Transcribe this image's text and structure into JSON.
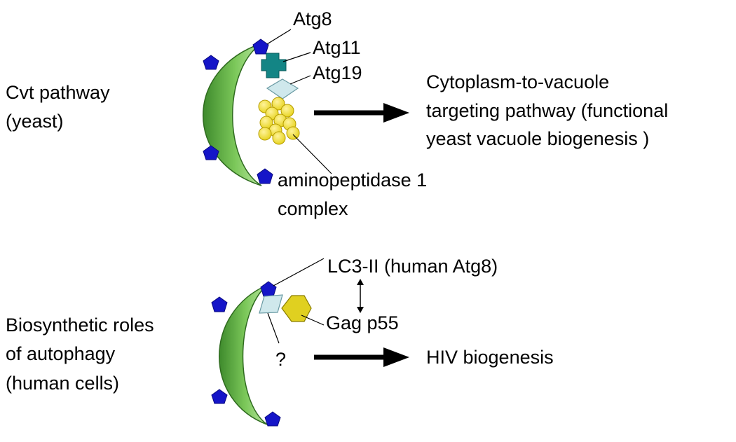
{
  "top": {
    "section_label": [
      "Cvt pathway",
      "(yeast)"
    ],
    "labels": {
      "atg8": "Atg8",
      "atg11": "Atg11",
      "atg19": "Atg19",
      "aminopeptidase": [
        "aminopeptidase 1",
        "complex"
      ]
    },
    "outcome": [
      "Cytoplasm-to-vacuole",
      "targeting pathway (functional",
      "yeast vacuole biogenesis )"
    ]
  },
  "bottom": {
    "section_label": [
      "Biosynthetic roles",
      "of autophagy",
      "(human cells)"
    ],
    "labels": {
      "lc3": "LC3-II (human Atg8)",
      "gag": "Gag p55",
      "unknown": "?"
    },
    "outcome": [
      "HIV biogenesis"
    ]
  },
  "colors": {
    "membrane_fill": "#6cbf4a",
    "membrane_stroke": "#2f6b1f",
    "atg8_pentagon": "#1515c8",
    "atg11_cross": "#138585",
    "atg19_diamond": "#cfe8ec",
    "aminopeptidase_dots": "#e6d21a",
    "gag_hexagon": "#e0d020",
    "arrow": "#000000"
  }
}
